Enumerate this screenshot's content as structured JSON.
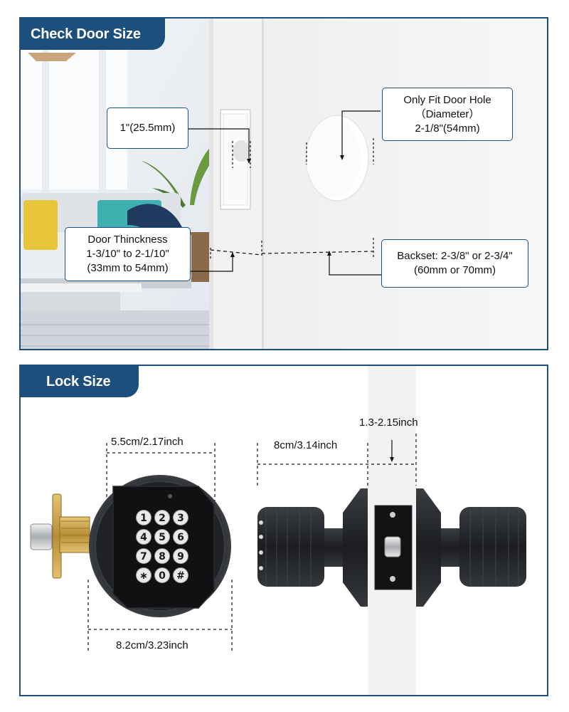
{
  "panel_door": {
    "title": "Check Door Size",
    "latch_width": "1\"(25.5mm)",
    "hole": {
      "line1": "Only Fit Door Hole",
      "line2": "（Diameter）",
      "line3": "2-1/8\"(54mm)"
    },
    "thickness": {
      "line1": "Door Thinckness",
      "line2": "1-3/10\" to 2-1/10\"",
      "line3": "(33mm to 54mm)"
    },
    "backset": {
      "line1": "Backset: 2-3/8\" or 2-3/4\"",
      "line2": "(60mm or 70mm)"
    }
  },
  "panel_lock": {
    "title": "Lock Size",
    "keypad_width": "5.5cm/2.17inch",
    "rose_diameter": "8.2cm/3.23inch",
    "knob_length": "8cm/3.14inch",
    "door_range": "1.3-2.15inch",
    "keys": [
      "1",
      "2",
      "3",
      "4",
      "5",
      "6",
      "7",
      "8",
      "9",
      "∗",
      "0",
      "#"
    ]
  },
  "colors": {
    "accent": "#1c4f7c",
    "lock_body": "#23262a",
    "brass": "#c9a24a"
  }
}
